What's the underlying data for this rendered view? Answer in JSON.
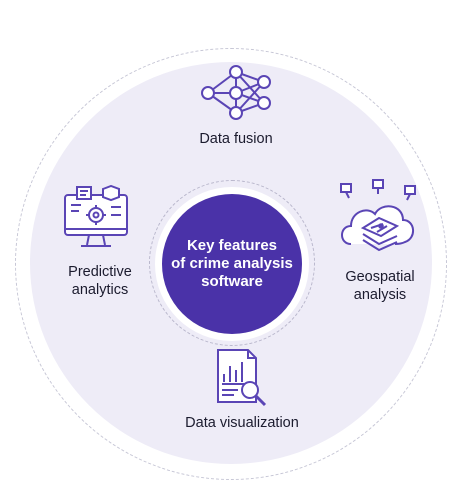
{
  "diagram": {
    "center_title": "Key features\nof crime analysis\nsoftware",
    "features": [
      {
        "label": "Data fusion",
        "icon": "neural-network-icon"
      },
      {
        "label": "Predictive\nanalytics",
        "icon": "monitor-gear-icon"
      },
      {
        "label": "Geospatial\nanalysis",
        "icon": "cloud-map-icon"
      },
      {
        "label": "Data visualization",
        "icon": "report-magnifier-icon"
      }
    ]
  },
  "colors": {
    "accent": "#4a32a8",
    "icon_stroke": "#5a45b5",
    "disc": "#eeecf7",
    "text": "#1b1b2e"
  }
}
